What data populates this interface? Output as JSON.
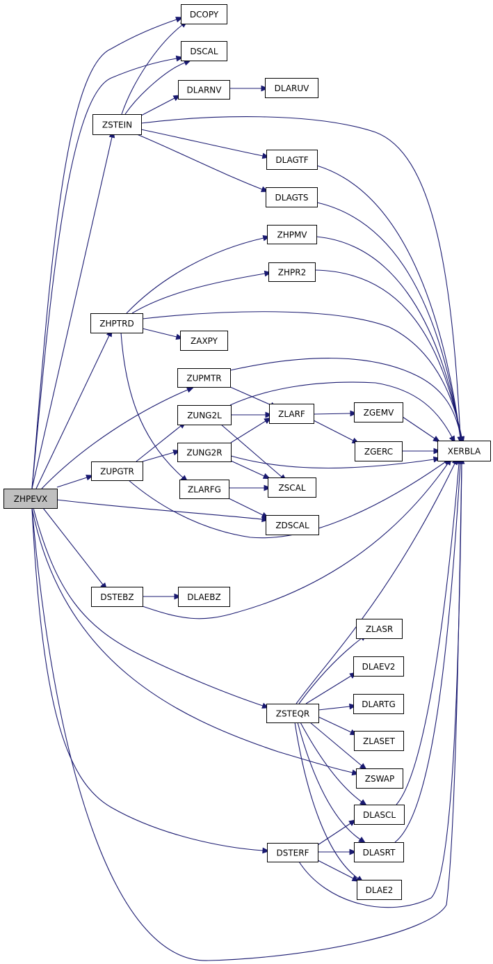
{
  "graph": {
    "edge_color": "#191970",
    "root_fill": "#bfbfbf",
    "nodes": [
      {
        "id": "ZHPEVX",
        "label": "ZHPEVX",
        "root": true
      },
      {
        "id": "DCOPY",
        "label": "DCOPY"
      },
      {
        "id": "DSCAL",
        "label": "DSCAL"
      },
      {
        "id": "DLARNV",
        "label": "DLARNV"
      },
      {
        "id": "DLARUV",
        "label": "DLARUV"
      },
      {
        "id": "ZSTEIN",
        "label": "ZSTEIN"
      },
      {
        "id": "DLAGTF",
        "label": "DLAGTF"
      },
      {
        "id": "DLAGTS",
        "label": "DLAGTS"
      },
      {
        "id": "ZHPMV",
        "label": "ZHPMV"
      },
      {
        "id": "ZHPR2",
        "label": "ZHPR2"
      },
      {
        "id": "ZHPTRD",
        "label": "ZHPTRD"
      },
      {
        "id": "ZAXPY",
        "label": "ZAXPY"
      },
      {
        "id": "ZUPMTR",
        "label": "ZUPMTR"
      },
      {
        "id": "ZUNG2L",
        "label": "ZUNG2L"
      },
      {
        "id": "ZLARF",
        "label": "ZLARF"
      },
      {
        "id": "ZGEMV",
        "label": "ZGEMV"
      },
      {
        "id": "ZUNG2R",
        "label": "ZUNG2R"
      },
      {
        "id": "ZGERC",
        "label": "ZGERC"
      },
      {
        "id": "XERBLA",
        "label": "XERBLA"
      },
      {
        "id": "ZUPGTR",
        "label": "ZUPGTR"
      },
      {
        "id": "ZLARFG",
        "label": "ZLARFG"
      },
      {
        "id": "ZSCAL",
        "label": "ZSCAL"
      },
      {
        "id": "ZDSCAL",
        "label": "ZDSCAL"
      },
      {
        "id": "DSTEBZ",
        "label": "DSTEBZ"
      },
      {
        "id": "DLAEBZ",
        "label": "DLAEBZ"
      },
      {
        "id": "ZLASR",
        "label": "ZLASR"
      },
      {
        "id": "DLAEV2",
        "label": "DLAEV2"
      },
      {
        "id": "DLARTG",
        "label": "DLARTG"
      },
      {
        "id": "ZSTEQR",
        "label": "ZSTEQR"
      },
      {
        "id": "ZLASET",
        "label": "ZLASET"
      },
      {
        "id": "ZSWAP",
        "label": "ZSWAP"
      },
      {
        "id": "DLASCL",
        "label": "DLASCL"
      },
      {
        "id": "DSTERF",
        "label": "DSTERF"
      },
      {
        "id": "DLASRT",
        "label": "DLASRT"
      },
      {
        "id": "DLAE2",
        "label": "DLAE2"
      }
    ],
    "edges": [
      [
        "ZHPEVX",
        "DCOPY"
      ],
      [
        "ZHPEVX",
        "DSCAL"
      ],
      [
        "ZHPEVX",
        "ZSTEIN"
      ],
      [
        "ZHPEVX",
        "XERBLA"
      ],
      [
        "ZHPEVX",
        "ZHPTRD"
      ],
      [
        "ZHPEVX",
        "ZUPMTR"
      ],
      [
        "ZHPEVX",
        "ZUPGTR"
      ],
      [
        "ZHPEVX",
        "ZDSCAL"
      ],
      [
        "ZHPEVX",
        "DSTEBZ"
      ],
      [
        "ZHPEVX",
        "ZSTEQR"
      ],
      [
        "ZHPEVX",
        "ZSWAP"
      ],
      [
        "ZHPEVX",
        "DSTERF"
      ],
      [
        "ZSTEIN",
        "DCOPY"
      ],
      [
        "ZSTEIN",
        "DSCAL"
      ],
      [
        "ZSTEIN",
        "DLARNV"
      ],
      [
        "ZSTEIN",
        "XERBLA"
      ],
      [
        "ZSTEIN",
        "DLAGTF"
      ],
      [
        "ZSTEIN",
        "DLAGTS"
      ],
      [
        "DLARNV",
        "DLARUV"
      ],
      [
        "DLAGTF",
        "XERBLA"
      ],
      [
        "DLAGTS",
        "XERBLA"
      ],
      [
        "ZHPTRD",
        "ZHPMV"
      ],
      [
        "ZHPTRD",
        "ZHPR2"
      ],
      [
        "ZHPTRD",
        "XERBLA"
      ],
      [
        "ZHPTRD",
        "ZAXPY"
      ],
      [
        "ZHPTRD",
        "ZLARFG"
      ],
      [
        "ZHPMV",
        "XERBLA"
      ],
      [
        "ZHPR2",
        "XERBLA"
      ],
      [
        "ZUPMTR",
        "XERBLA"
      ],
      [
        "ZUPMTR",
        "ZLARF"
      ],
      [
        "ZUNG2L",
        "XERBLA"
      ],
      [
        "ZUNG2L",
        "ZLARF"
      ],
      [
        "ZUNG2L",
        "ZSCAL"
      ],
      [
        "ZLARF",
        "ZGEMV"
      ],
      [
        "ZLARF",
        "ZGERC"
      ],
      [
        "ZGEMV",
        "XERBLA"
      ],
      [
        "ZGERC",
        "XERBLA"
      ],
      [
        "ZUPGTR",
        "ZUNG2L"
      ],
      [
        "ZUPGTR",
        "ZUNG2R"
      ],
      [
        "ZUPGTR",
        "XERBLA"
      ],
      [
        "ZUNG2R",
        "ZLARF"
      ],
      [
        "ZUNG2R",
        "ZSCAL"
      ],
      [
        "ZUNG2R",
        "XERBLA"
      ],
      [
        "ZLARFG",
        "ZSCAL"
      ],
      [
        "ZLARFG",
        "ZDSCAL"
      ],
      [
        "DSTEBZ",
        "DLAEBZ"
      ],
      [
        "DSTEBZ",
        "XERBLA"
      ],
      [
        "ZSTEQR",
        "XERBLA"
      ],
      [
        "ZSTEQR",
        "ZLASR"
      ],
      [
        "ZSTEQR",
        "DLAEV2"
      ],
      [
        "ZSTEQR",
        "DLARTG"
      ],
      [
        "ZSTEQR",
        "ZLASET"
      ],
      [
        "ZSTEQR",
        "ZSWAP"
      ],
      [
        "ZSTEQR",
        "DLASCL"
      ],
      [
        "ZSTEQR",
        "DLASRT"
      ],
      [
        "ZSTEQR",
        "DLAE2"
      ],
      [
        "DLASCL",
        "XERBLA"
      ],
      [
        "DLASRT",
        "XERBLA"
      ],
      [
        "DSTERF",
        "DLASCL"
      ],
      [
        "DSTERF",
        "DLASRT"
      ],
      [
        "DSTERF",
        "DLAE2"
      ],
      [
        "DSTERF",
        "XERBLA"
      ]
    ]
  }
}
